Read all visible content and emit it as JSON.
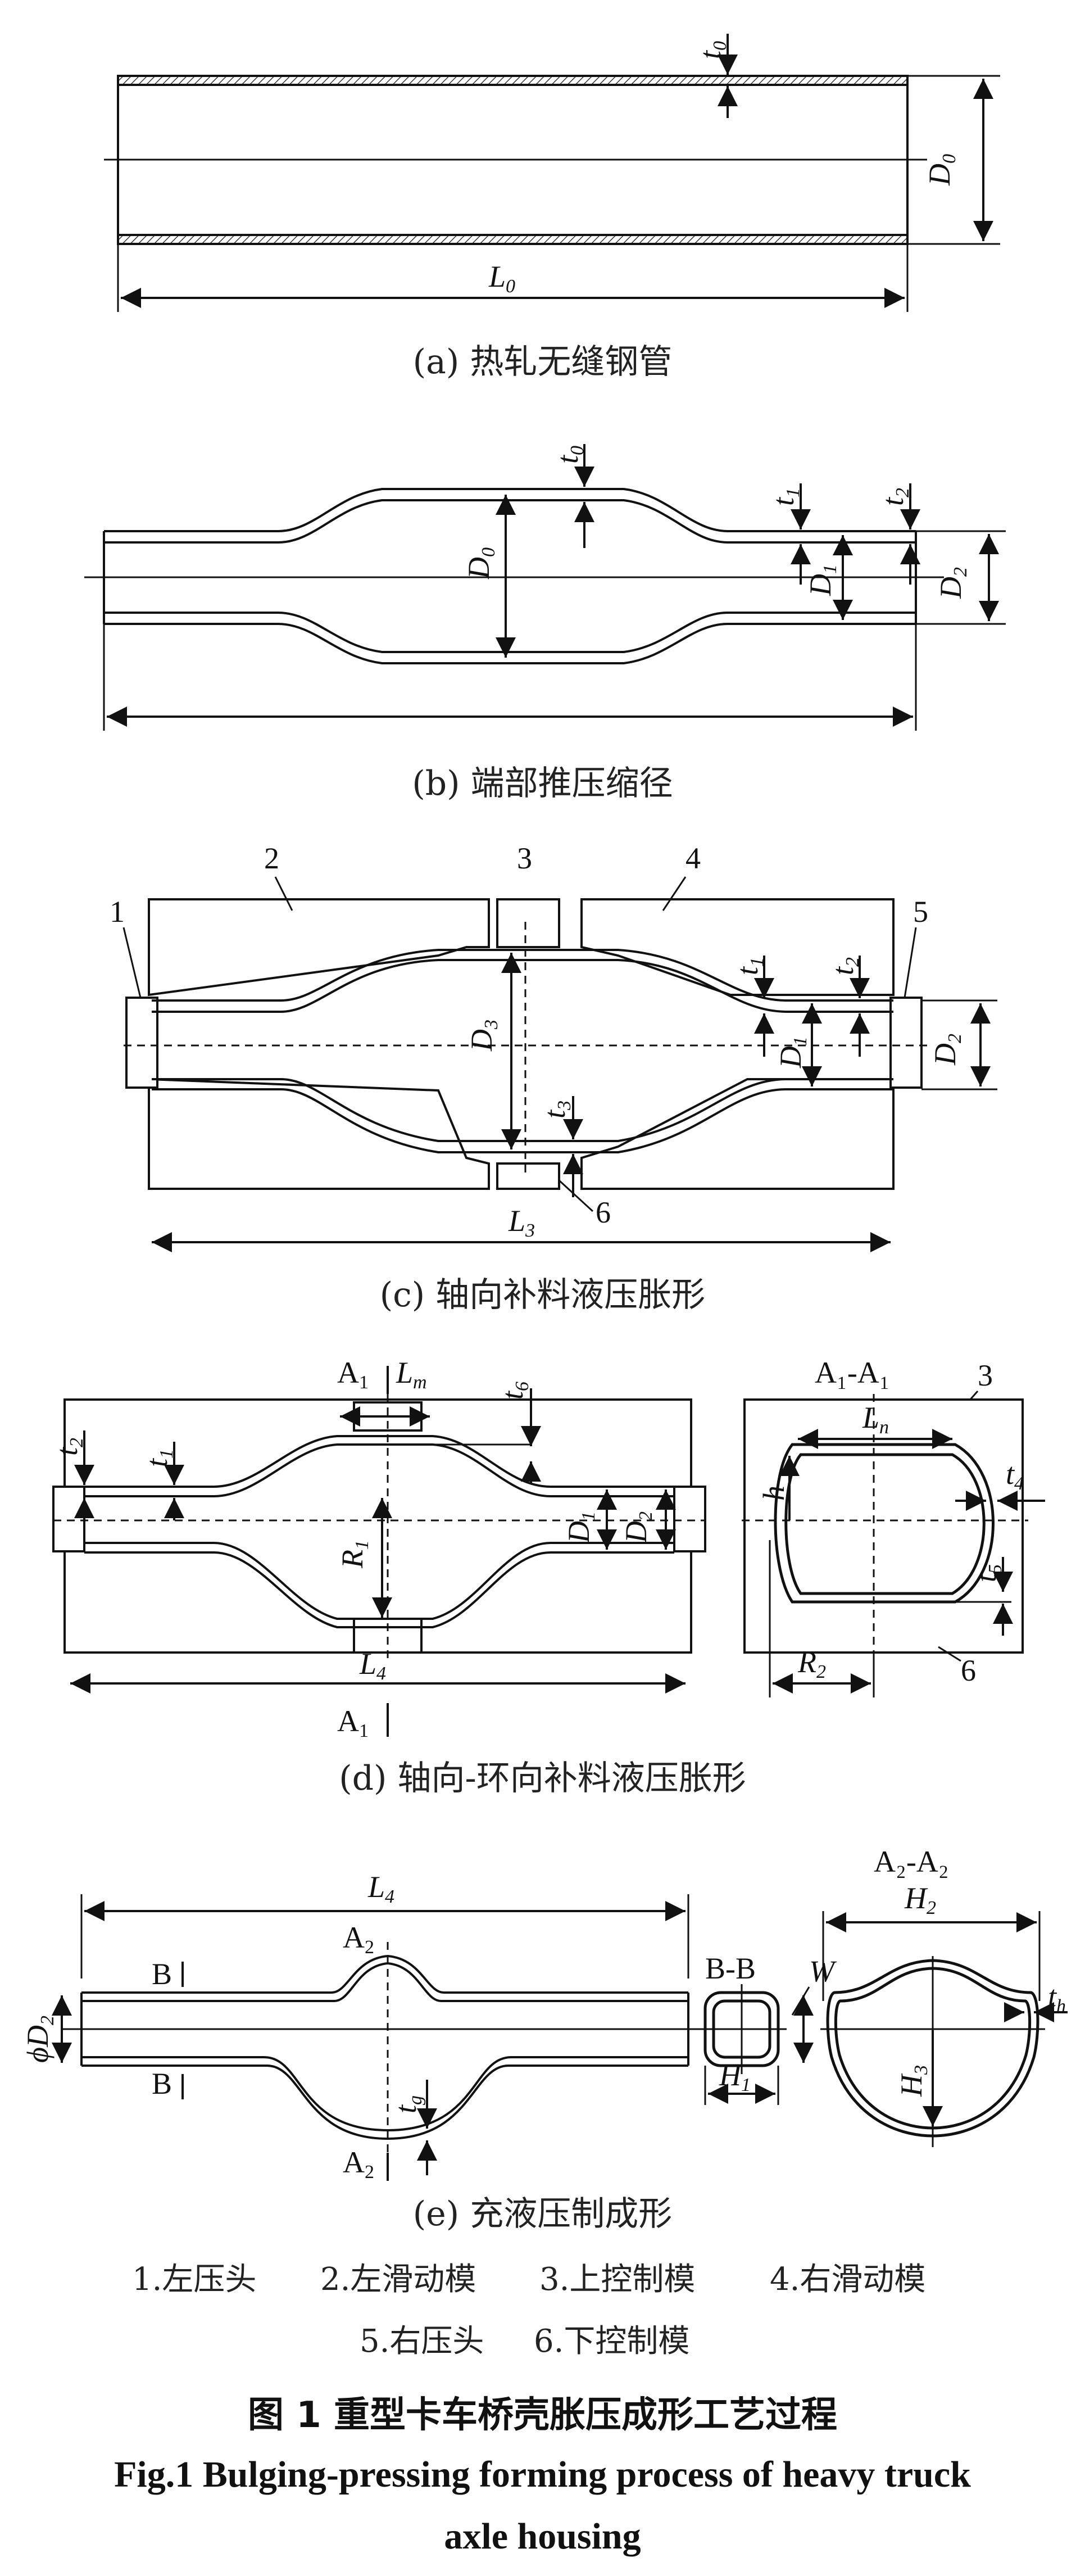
{
  "panels": {
    "a": {
      "caption": "(a) 热轧无缝钢管",
      "labels": {
        "t0": "t",
        "t0_sub": "0",
        "D0": "D",
        "D0_sub": "0",
        "L0": "L",
        "L0_sub": "0"
      }
    },
    "b": {
      "caption": "(b) 端部推压缩径",
      "labels": {
        "t0": "t",
        "t0_sub": "0",
        "t1": "t",
        "t1_sub": "1",
        "t2": "t",
        "t2_sub": "2",
        "D0": "D",
        "D0_sub": "0",
        "D1": "D",
        "D1_sub": "1",
        "D2": "D",
        "D2_sub": "2"
      }
    },
    "c": {
      "caption": "(c) 轴向补料液压胀形",
      "labels": {
        "D3": "D",
        "D3_sub": "3",
        "t1": "t",
        "t1_sub": "1",
        "t2": "t",
        "t2_sub": "2",
        "t3": "t",
        "t3_sub": "3",
        "D1": "D",
        "D1_sub": "1",
        "D2": "D",
        "D2_sub": "2",
        "L3": "L",
        "L3_sub": "3"
      },
      "numbers": [
        "1",
        "2",
        "3",
        "4",
        "5",
        "6"
      ]
    },
    "d": {
      "caption": "(d) 轴向-环向补料液压胀形",
      "labels": {
        "A1": "A",
        "A1_sub": "1",
        "Lm": "L",
        "Lm_sub": "m",
        "t6": "t",
        "t6_sub": "6",
        "t2": "t",
        "t2_sub": "2",
        "t1": "t",
        "t1_sub": "1",
        "D1": "D",
        "D1_sub": "1",
        "D2": "D",
        "D2_sub": "2",
        "R1": "R",
        "R1_sub": "1",
        "L4": "L",
        "L4_sub": "4",
        "section": "A₁-A₁",
        "Ln": "L",
        "Ln_sub": "n",
        "h": "h",
        "t4": "t",
        "t4_sub": "4",
        "t5": "t",
        "t5_sub": "5",
        "R2": "R",
        "R2_sub": "2",
        "n3": "3",
        "n6": "6"
      }
    },
    "e": {
      "caption": "(e) 充液压制成形",
      "labels": {
        "L4": "L",
        "L4_sub": "4",
        "A2": "A",
        "A2_sub": "2",
        "B": "B",
        "phiD2": "ϕD",
        "phiD2_sub": "2",
        "tg": "t",
        "tg_sub": "g",
        "sectionB": "B-B",
        "W": "W",
        "H1": "H",
        "H1_sub": "1",
        "sectionA": "A₂-A₂",
        "H2": "H",
        "H2_sub": "2",
        "H3": "H",
        "H3_sub": "3",
        "th": "t",
        "th_sub": "h"
      }
    }
  },
  "legend": {
    "row1": [
      "1.左压头",
      "2.左滑动模",
      "3.上控制模",
      "4.右滑动模"
    ],
    "row2": [
      "5.右压头",
      "6.下控制模"
    ]
  },
  "title_cn": "图 1   重型卡车桥壳胀压成形工艺过程",
  "title_en_line1": "Fig.1   Bulging-pressing forming process of heavy truck",
  "title_en_line2": "axle housing"
}
